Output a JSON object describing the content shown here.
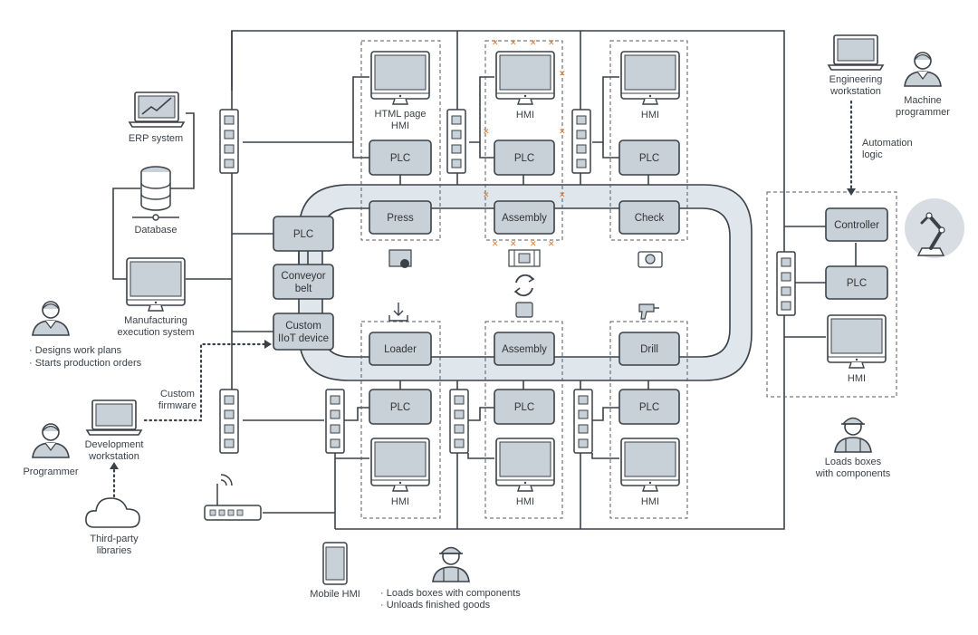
{
  "colors": {
    "line": "#3b4147",
    "box_fill": "#c8d0d8",
    "screen_fill": "#c8d0d8",
    "conveyor_fill": "#dfe7ec",
    "accent_orange": "#e07a2e",
    "robot_circle": "#d7dde2"
  },
  "left": {
    "erp": "ERP system",
    "database": "Database",
    "mes_line1": "Manufacturing",
    "mes_line2": "execution system",
    "planner_note1": "· Designs work plans",
    "planner_note2": "· Starts production orders",
    "custom_fw_line1": "Custom",
    "custom_fw_line2": "firmware",
    "dev_ws_line1": "Development",
    "dev_ws_line2": "workstation",
    "programmer": "Programmer",
    "libs_line1": "Third-party",
    "libs_line2": "libraries"
  },
  "conveyor": {
    "plc": "PLC",
    "belt_line1": "Conveyor",
    "belt_line2": "belt",
    "iiot_line1": "Custom",
    "iiot_line2": "IIoT device"
  },
  "top_stations": [
    {
      "hmi_line1": "HTML page",
      "hmi_line2": "HMI",
      "plc": "PLC",
      "machine": "Press"
    },
    {
      "hmi_line1": "",
      "hmi_line2": "HMI",
      "plc": "PLC",
      "machine": "Assembly"
    },
    {
      "hmi_line1": "",
      "hmi_line2": "HMI",
      "plc": "PLC",
      "machine": "Check"
    }
  ],
  "bottom_stations": [
    {
      "machine": "Loader",
      "plc": "PLC",
      "hmi": "HMI"
    },
    {
      "machine": "Assembly",
      "plc": "PLC",
      "hmi": "HMI"
    },
    {
      "machine": "Drill",
      "plc": "PLC",
      "hmi": "HMI"
    }
  ],
  "right": {
    "eng_ws_line1": "Engineering",
    "eng_ws_line2": "workstation",
    "machine_prog_line1": "Machine",
    "machine_prog_line2": "programmer",
    "automation_line1": "Automation",
    "automation_line2": "logic",
    "controller": "Controller",
    "plc": "PLC",
    "hmi": "HMI",
    "loader_line1": "Loads boxes",
    "loader_line2": "with components"
  },
  "bottom": {
    "mobile_hmi": "Mobile HMI",
    "worker_note1": "· Loads boxes with components",
    "worker_note2": "· Unloads finished goods"
  }
}
